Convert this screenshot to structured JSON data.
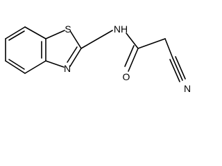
{
  "molecule": {
    "atoms": {
      "sulfur": "S",
      "amine_nitrogen": "NH",
      "ring_nitrogen": "N",
      "carbonyl_oxygen": "O",
      "nitrile_nitrogen": "N"
    }
  },
  "colors": {
    "bond": "#000000",
    "background": "#ffffff"
  }
}
